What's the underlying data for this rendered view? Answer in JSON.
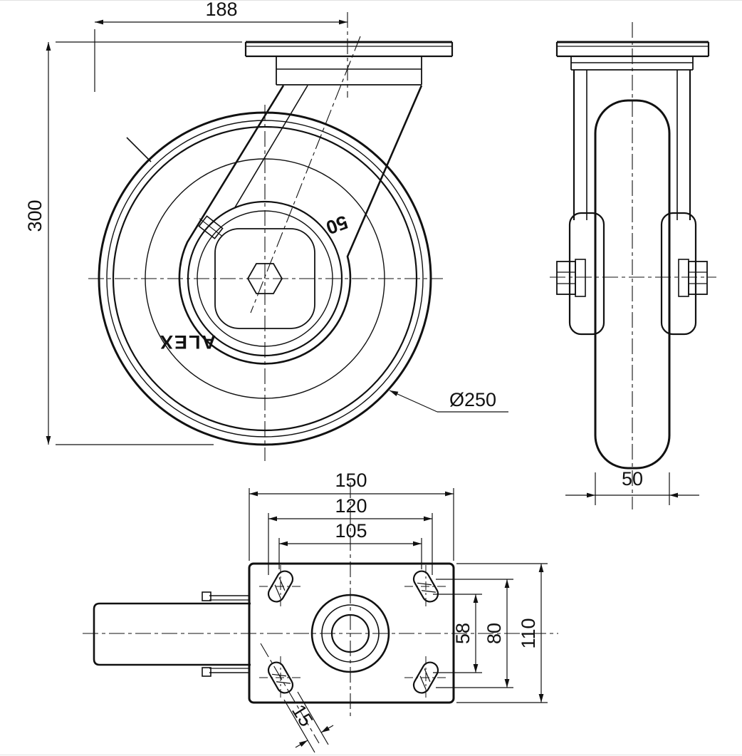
{
  "drawing": {
    "front_view": {
      "dim_offset": "188",
      "dim_height": "300",
      "dim_diameter": "Ø250",
      "brand": "ALEX",
      "marking": "50"
    },
    "side_view": {
      "dim_width": "50"
    },
    "plate_view": {
      "dim_plate_w": "150",
      "dim_holes_w_outer": "120",
      "dim_holes_w_inner": "105",
      "dim_holes_h_inner": "58",
      "dim_holes_h_outer": "80",
      "dim_plate_h": "110",
      "dim_slot": "15"
    }
  },
  "colors": {
    "line": "#111111",
    "background": "#ffffff"
  }
}
